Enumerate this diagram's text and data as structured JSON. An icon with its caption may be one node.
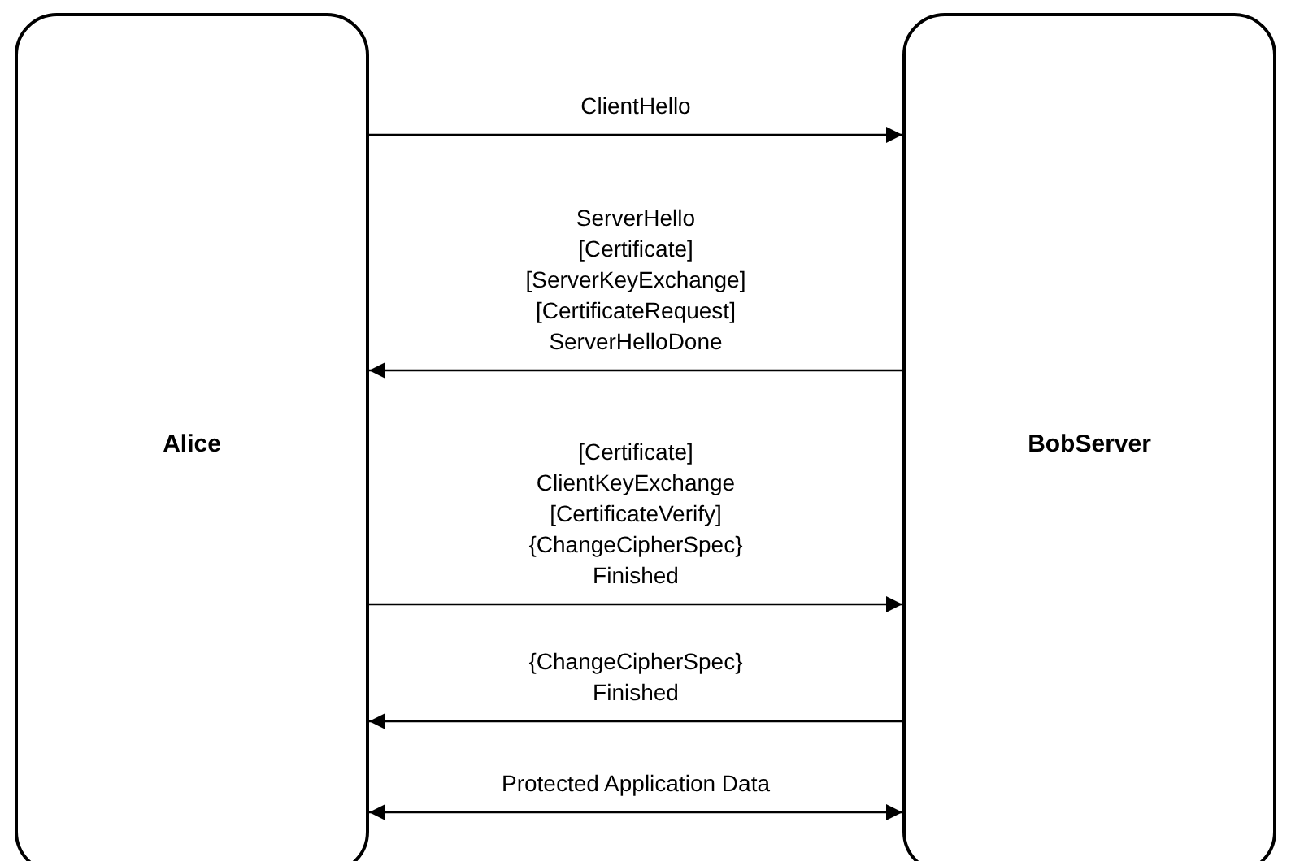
{
  "diagram": {
    "nodes": [
      {
        "text": [
          "Alice"
        ]
      },
      {
        "text": [
          "BobServer"
        ]
      }
    ],
    "edges": [
      {
        "from": 0,
        "to": 1,
        "arrow": "to",
        "label": "ClientHello"
      },
      {
        "from": 1,
        "to": 0,
        "arrow": "to",
        "label": "ServerHello [Certificate] [ServerKeyExchange] [CertificateRequest] ServerHelloDone"
      },
      {
        "from": 0,
        "to": 1,
        "arrow": "to",
        "label": "[Certificate] ClientKeyExchange [CertificateVerify] {ChangeCipherSpec} Finished"
      },
      {
        "from": 1,
        "to": 0,
        "arrow": "to",
        "label": "{ChangeCipherSpec} Finished"
      },
      {
        "from": 0,
        "to": 1,
        "arrow": "both",
        "label": "Protected Application Data"
      }
    ]
  }
}
